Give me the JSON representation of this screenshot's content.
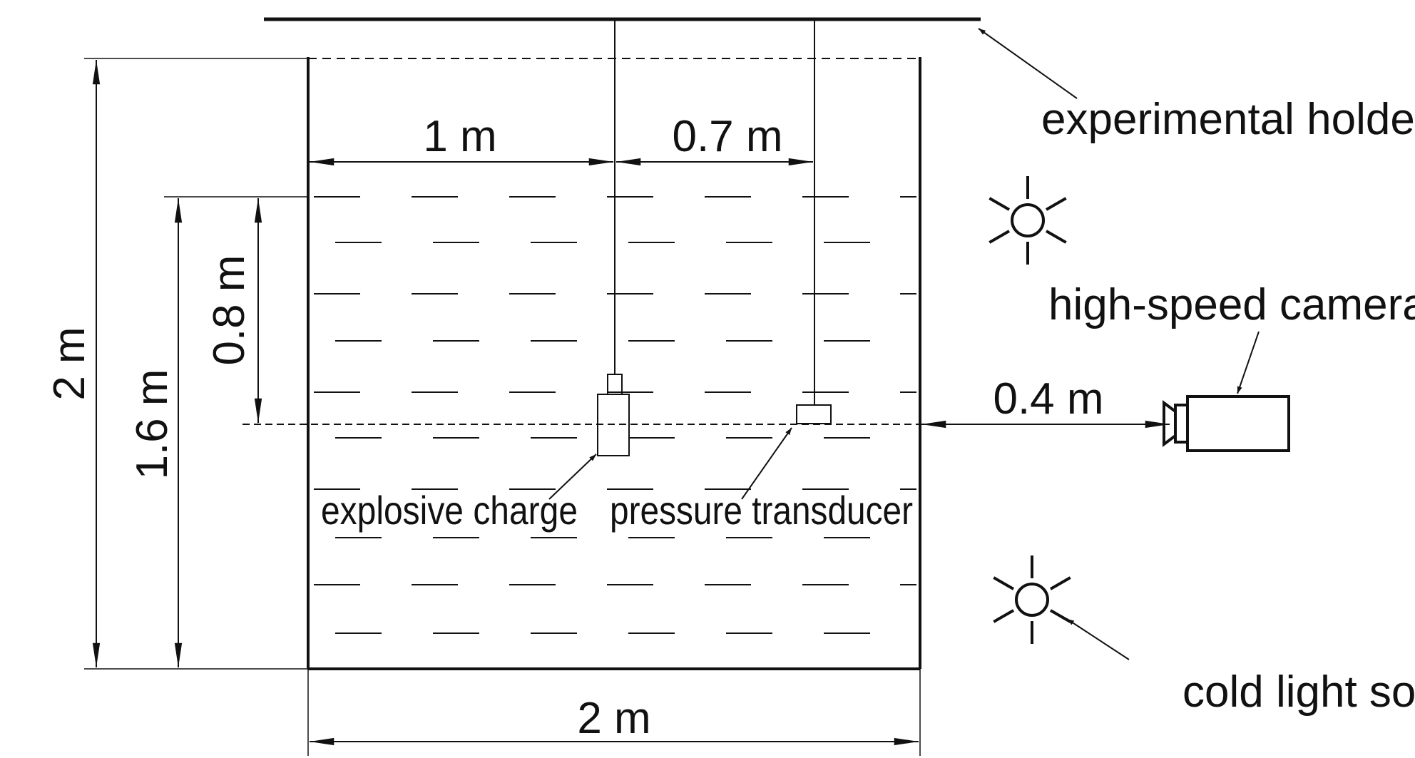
{
  "labels": {
    "experimental_holder": "experimental holder",
    "high_speed_camera": "high-speed camera",
    "cold_light_source": "cold light source of LED",
    "explosive_charge": "explosive charge",
    "pressure_transducer": "pressure transducer"
  },
  "dimensions": {
    "charge_to_wall": "1 m",
    "charge_to_transducer": "0.7 m",
    "tank_height": "2 m",
    "water_depth": "1.6 m",
    "charge_depth": "0.8 m",
    "camera_distance": "0.4 m",
    "tank_width": "2 m"
  },
  "colors": {
    "ink": "#111111",
    "background": "#ffffff"
  }
}
